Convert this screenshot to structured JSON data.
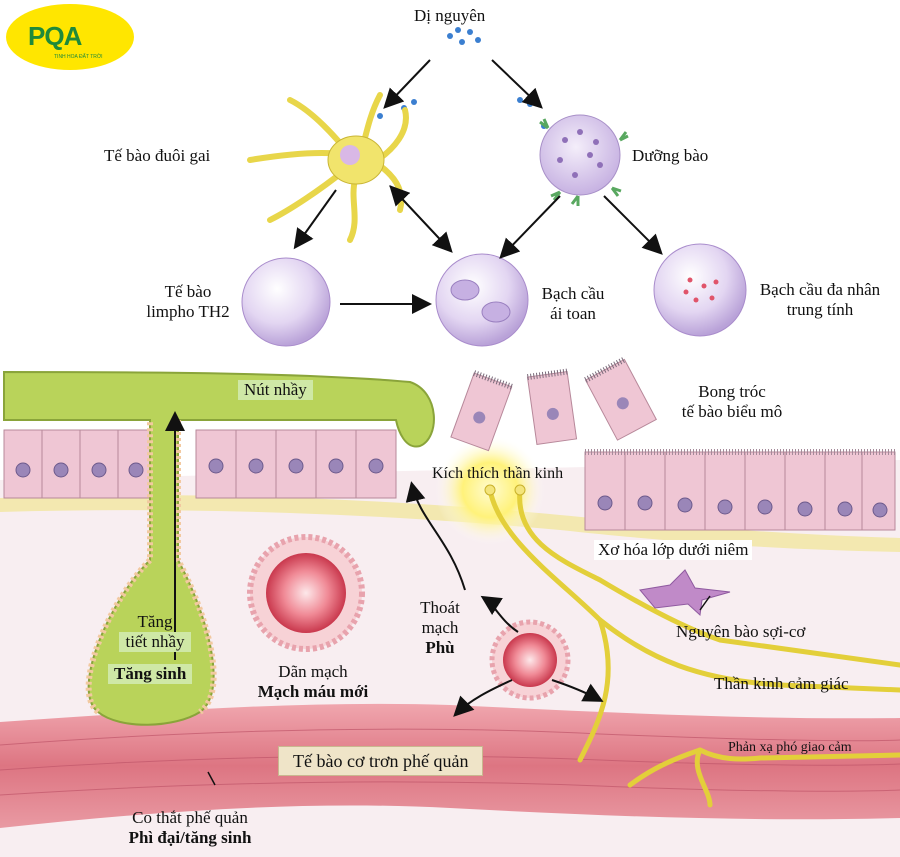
{
  "logo": {
    "name": "PQA",
    "tagline": "TINH HOA ĐẤT TRỜI"
  },
  "labels": {
    "antigen": "Dị nguyên",
    "dendritic_cell": "Tế bào đuôi gai",
    "mast_cell": "Dưỡng bào",
    "th2_line1": "Tế bào",
    "th2_line2": "limpho TH2",
    "eosinophil_line1": "Bạch cầu",
    "eosinophil_line2": "ái toan",
    "neutrophil_line1": "Bạch cầu đa nhân",
    "neutrophil_line2": "trung tính",
    "mucus_plug": "Nút nhầy",
    "shedding_line1": "Bong tróc",
    "shedding_line2": "tế bào biểu mô",
    "nerve_stimulation": "Kích thích thần kinh",
    "subepithelial_fibrosis": "Xơ hóa lớp dưới niêm",
    "myofibroblast": "Nguyên bào sợi-cơ",
    "sensory_nerve": "Thần kinh cảm giác",
    "cholinergic_reflex": "Phản xạ phó giao cảm",
    "mucus_line1": "Tăng",
    "mucus_line2": "tiết nhầy",
    "hyperplasia": "Tăng sinh",
    "vasodilation": "Dãn mạch",
    "new_vessels": "Mạch máu mới",
    "leak_line1": "Thoát",
    "leak_line2": "mạch",
    "edema": "Phù",
    "smooth_muscle": "Tế bào cơ trơn phế quản",
    "bronchoconstriction": "Co thắt phế quản",
    "hypertrophy": "Phì đại/tăng sinh"
  },
  "colors": {
    "mucus": "#b9d35a",
    "epithelium": "#efc6d4",
    "muscle": "#e0828e",
    "nerve": "#e3cf3a",
    "cell_purple": "#d9c8ec",
    "vessel": "#d9475c",
    "submucosa": "#f7ecef"
  }
}
